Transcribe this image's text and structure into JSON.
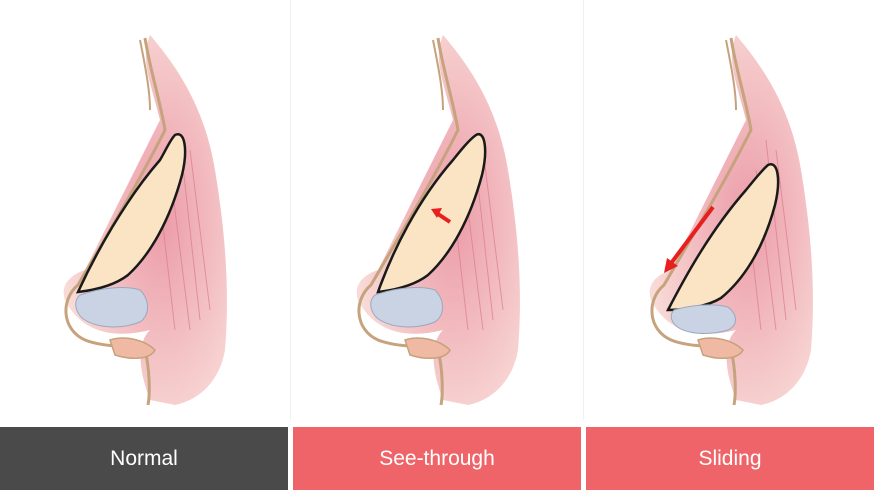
{
  "panels": [
    {
      "label": "Normal",
      "color": "#4a4a4a",
      "indicator": "none"
    },
    {
      "label": "See-through",
      "color": "#ef6468",
      "indicator": "arrow-up-left-small"
    },
    {
      "label": "Sliding",
      "color": "#ef6468",
      "indicator": "arrow-down-left-long"
    }
  ],
  "colors": {
    "skin": "#f3c9bd",
    "skin_outline": "#c6a27d",
    "muscle": "#ec9aa6",
    "implant_fill": "#fbe4c3",
    "implant_outline": "#1a1a1a",
    "cartilage": "#c9d3e3",
    "arrow": "#e81f1f"
  }
}
